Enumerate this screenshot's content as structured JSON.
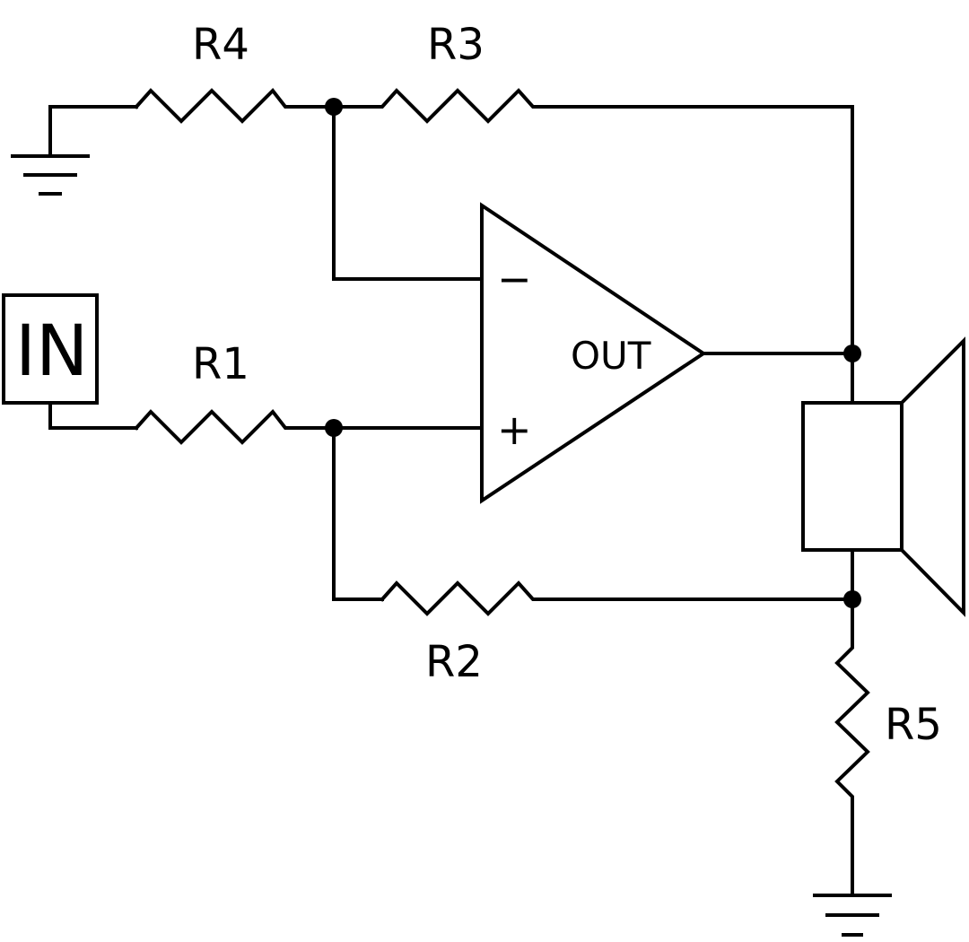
{
  "labels": {
    "r1": "R1",
    "r2": "R2",
    "r3": "R3",
    "r4": "R4",
    "r5": "R5",
    "opamp_out": "OUT",
    "opamp_minus": "−",
    "opamp_plus": "+",
    "input": "IN"
  },
  "colors": {
    "stroke": "#000000",
    "background": "#ffffff"
  }
}
